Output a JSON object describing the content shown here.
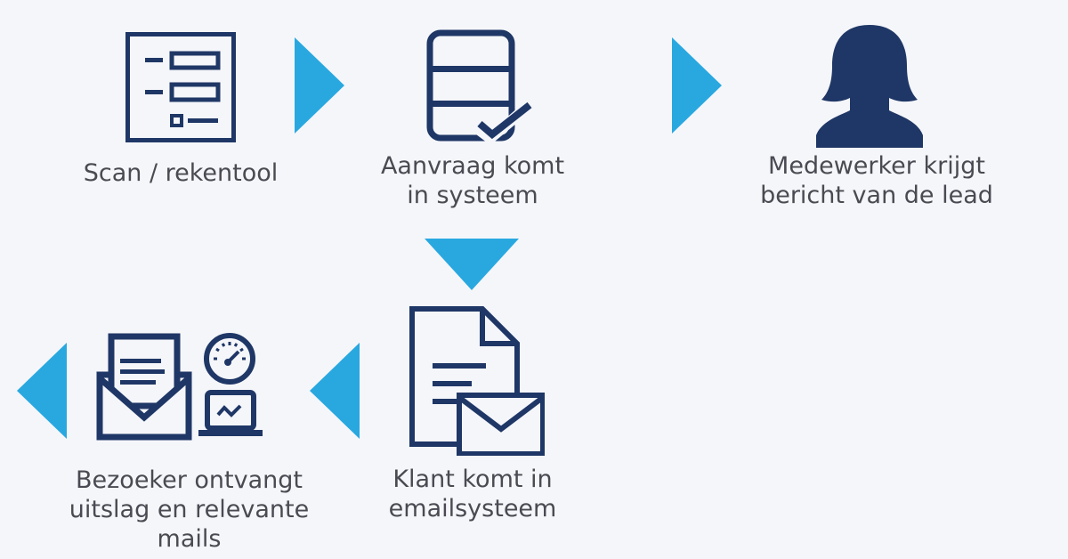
{
  "colors": {
    "icon": "#1f3766",
    "arrow": "#29a8e0",
    "text": "#4a4a52",
    "background": "#f5f6fa"
  },
  "steps": [
    {
      "id": "scan",
      "icon": "form-icon",
      "label": "Scan / rekentool"
    },
    {
      "id": "aanvraag",
      "icon": "database-check-icon",
      "label": "Aanvraag komt\nin systeem"
    },
    {
      "id": "medewerker",
      "icon": "person-icon",
      "label": "Medewerker krijgt\nbericht van de lead"
    },
    {
      "id": "klant",
      "icon": "document-mail-icon",
      "label": "Klant komt in\nemailsysteem"
    },
    {
      "id": "bezoeker",
      "icon": "mail-speedometer-icon",
      "label": "Bezoeker ontvangt\nuitslag en relevante\nmails"
    }
  ],
  "arrows": [
    "right",
    "right",
    "down",
    "left",
    "left"
  ]
}
